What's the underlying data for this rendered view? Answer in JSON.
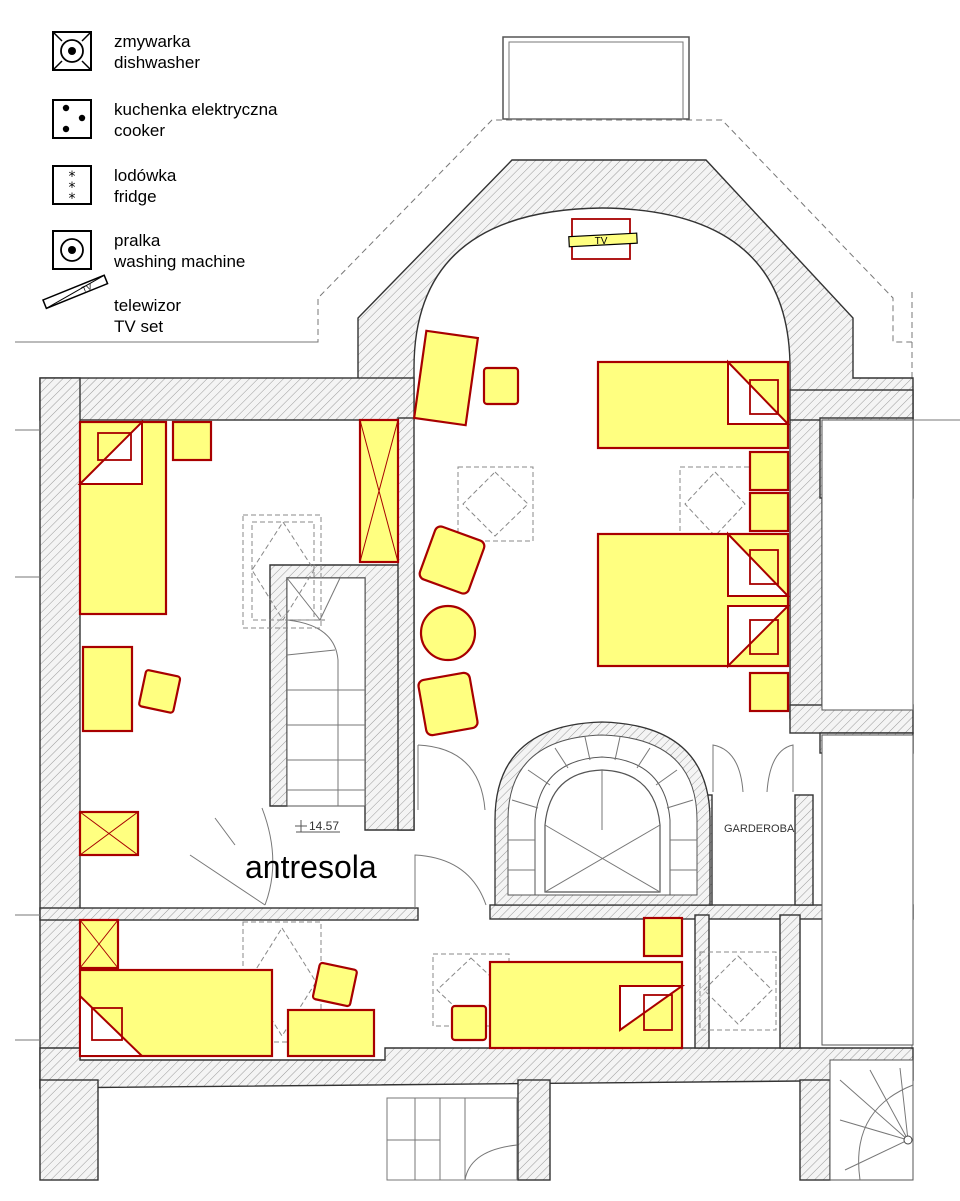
{
  "legend": [
    {
      "icon": "dishwasher-icon",
      "pl": "zmywarka",
      "en": "dishwasher"
    },
    {
      "icon": "cooker-icon",
      "pl": "kuchenka elektryczna",
      "en": "cooker"
    },
    {
      "icon": "fridge-icon",
      "pl": "lodówka",
      "en": "fridge"
    },
    {
      "icon": "washing-machine-icon",
      "pl": "pralka",
      "en": "washing machine"
    },
    {
      "icon": "tv-icon",
      "pl": "telewizor",
      "en": "TV set"
    }
  ],
  "labels": {
    "floor_name": "antresola",
    "level": "14.57",
    "wardrobe": "GARDEROBA",
    "tv": "TV"
  },
  "colors": {
    "furniture_fill": "#ffff80",
    "furniture_stroke": "#a80000",
    "wall_hatch": "#9a9a9a"
  }
}
